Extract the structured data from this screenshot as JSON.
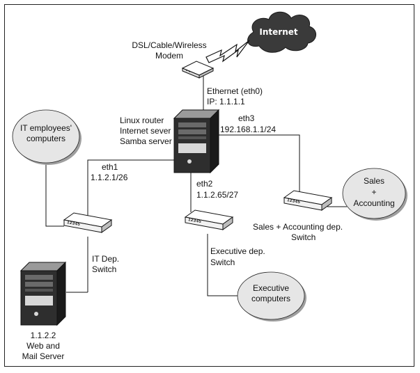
{
  "colors": {
    "line": "#111111",
    "border": "#222222",
    "cloud": "#3a3a3a",
    "node_fill": "#e6e6e6",
    "node_shadow": "#9e9e9e",
    "tower_body": "#2e2e2e",
    "switch_body": "#f2f2f2"
  },
  "internet": {
    "label": "Internet"
  },
  "modem": {
    "line1": "DSL/Cable/Wireless",
    "line2": "Modem"
  },
  "router": {
    "line1": "Linux router",
    "line2": "Internet sever",
    "line3": "Samba server"
  },
  "eth0": {
    "line1": "Ethernet (eth0)",
    "line2": "IP: 1.1.1.1"
  },
  "eth3": {
    "line1": "eth3",
    "line2": "192.168.1.1/24"
  },
  "eth1": {
    "line1": "eth1",
    "line2": "1.1.2.1/26"
  },
  "eth2": {
    "line1": "eth2",
    "line2": "1.1.2.65/27"
  },
  "it_group": {
    "line1": "IT employees'",
    "line2": "computers"
  },
  "sales_group": {
    "line1": "Sales",
    "line2": "+",
    "line3": "Accounting"
  },
  "exec_group": {
    "line1": "Executive",
    "line2": "computers"
  },
  "it_switch": {
    "line1": "IT Dep.",
    "line2": "Switch",
    "ports": "12345"
  },
  "sales_switch": {
    "line1": "Sales + Accounting dep.",
    "line2": "Switch",
    "ports": "12345"
  },
  "exec_switch": {
    "line1": "Executive dep.",
    "line2": "Switch",
    "ports": "12345"
  },
  "web_server": {
    "line1": "1.1.2.2",
    "line2": "Web and",
    "line3": "Mail Server"
  }
}
